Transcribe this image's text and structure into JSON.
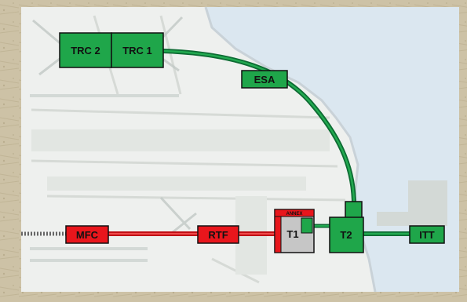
{
  "colors": {
    "station_green": "#1fa64a",
    "route_green": "#0d6b33",
    "station_red": "#e8161c",
    "route_red": "#d8141b",
    "terminal_gray": "#c6c6c6",
    "outline": "#111111",
    "water": "#d9e6ef",
    "map_ground": "#eef0ee",
    "parchment": "#cbbf9f"
  },
  "stations": {
    "trc2": {
      "label": "TRC 2"
    },
    "trc1": {
      "label": "TRC 1"
    },
    "esa": {
      "label": "ESA"
    },
    "mfc": {
      "label": "MFC"
    },
    "rtf": {
      "label": "RTF"
    },
    "t1": {
      "label": "T1",
      "annex_label": "ANNEX"
    },
    "t2": {
      "label": "T2"
    },
    "itt": {
      "label": "ITT"
    }
  }
}
